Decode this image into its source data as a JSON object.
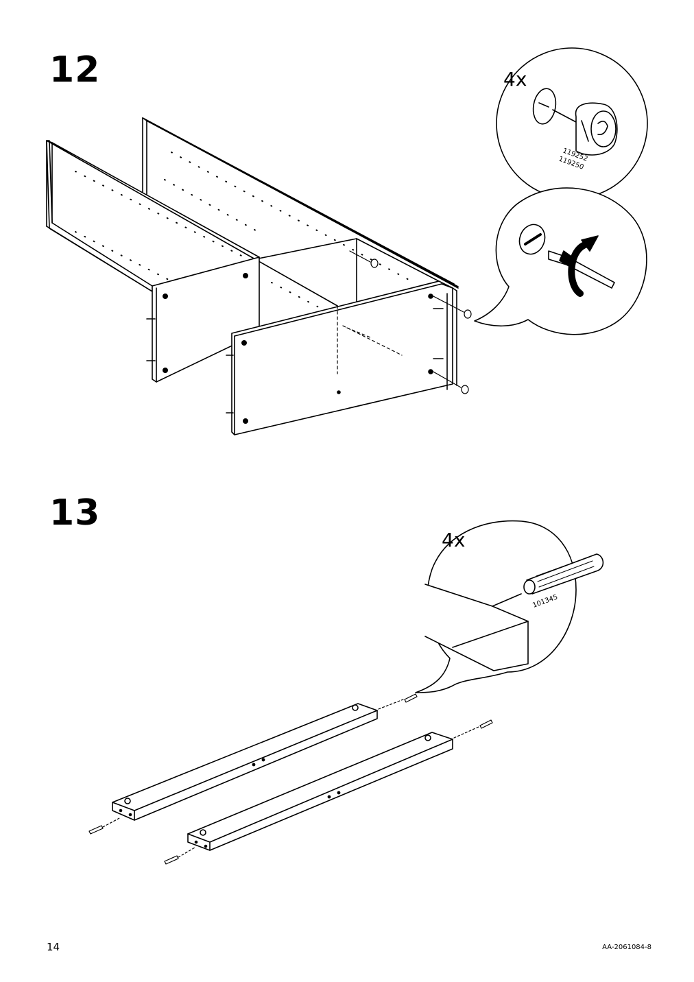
{
  "steps": [
    {
      "number": "12",
      "detail_quantity": "4x",
      "part_numbers": [
        "119252",
        "119250"
      ]
    },
    {
      "number": "13",
      "detail_quantity": "4x",
      "part_numbers": [
        "101345"
      ]
    }
  ],
  "footer": {
    "page_number": "14",
    "document_code": "AA-2061084-8"
  }
}
